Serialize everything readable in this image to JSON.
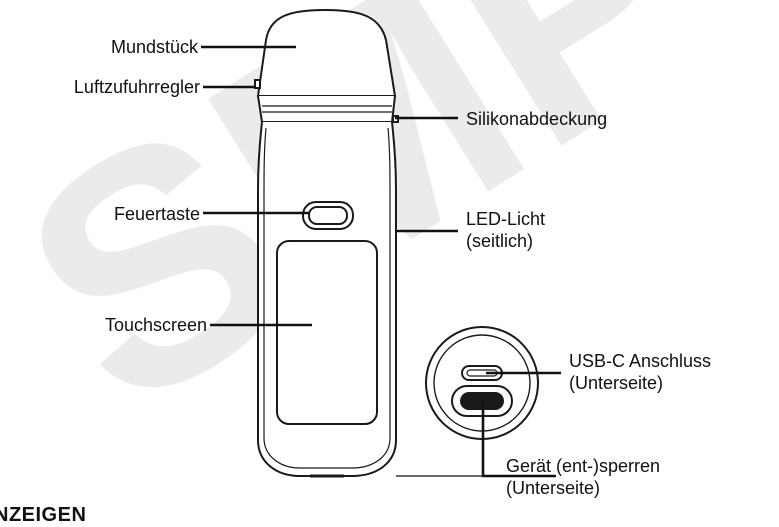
{
  "labels": {
    "mouthpiece": "Mundstück",
    "airflow": "Luftzufuhrregler",
    "silicone_cover": "Silikonabdeckung",
    "fire_button": "Feuertaste",
    "led_line1": "LED-Licht",
    "led_line2": "(seitlich)",
    "touchscreen": "Touchscreen",
    "usb_line1": "USB-C Anschluss",
    "usb_line2": "(Unterseite)",
    "lock_line1": "Gerät (ent-)sperren",
    "lock_line2": "(Unterseite)"
  },
  "watermark": "SMP",
  "bottom_heading": "NZEIGEN",
  "colors": {
    "outline": "#1a1a1a",
    "watermark": "#e8e8e8",
    "text": "#111111"
  }
}
